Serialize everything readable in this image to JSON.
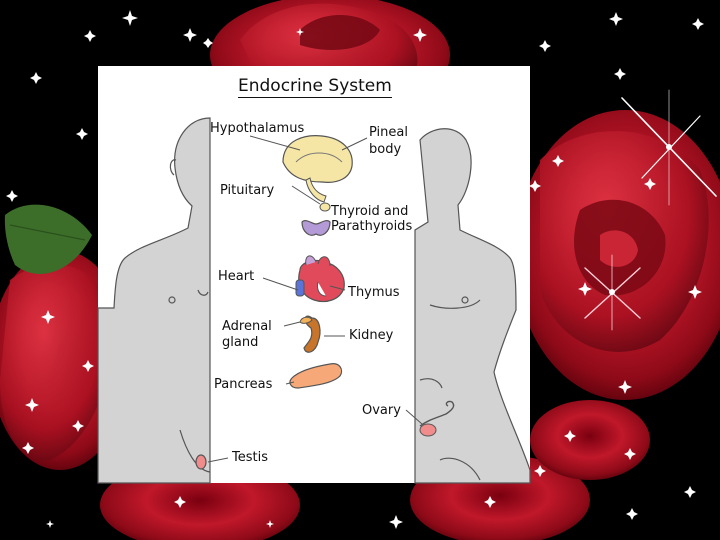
{
  "diagram": {
    "title": "Endocrine System",
    "labels": {
      "hypothalamus": "Hypothalamus",
      "pineal_line1": "Pineal",
      "pineal_line2": "body",
      "pituitary": "Pituitary",
      "thyroid_line1": "Thyroid and",
      "thyroid_line2": "Parathyroids",
      "heart": "Heart",
      "thymus": "Thymus",
      "adrenal_line1": "Adrenal",
      "adrenal_line2": "gland",
      "kidney": "Kidney",
      "pancreas": "Pancreas",
      "ovary": "Ovary",
      "testis": "Testis"
    }
  },
  "colors": {
    "background": "#000000",
    "rose": "#b01020",
    "leaf": "#3c6e2a",
    "body_fill": "#d3d3d3",
    "brain": "#f6e6a6",
    "thyroid": "#b49ad6",
    "heart": "#e04a5a",
    "kidney": "#c8742a",
    "adrenal": "#f2b25a",
    "pancreas": "#f6a878",
    "ovary": "#f08c8c"
  }
}
